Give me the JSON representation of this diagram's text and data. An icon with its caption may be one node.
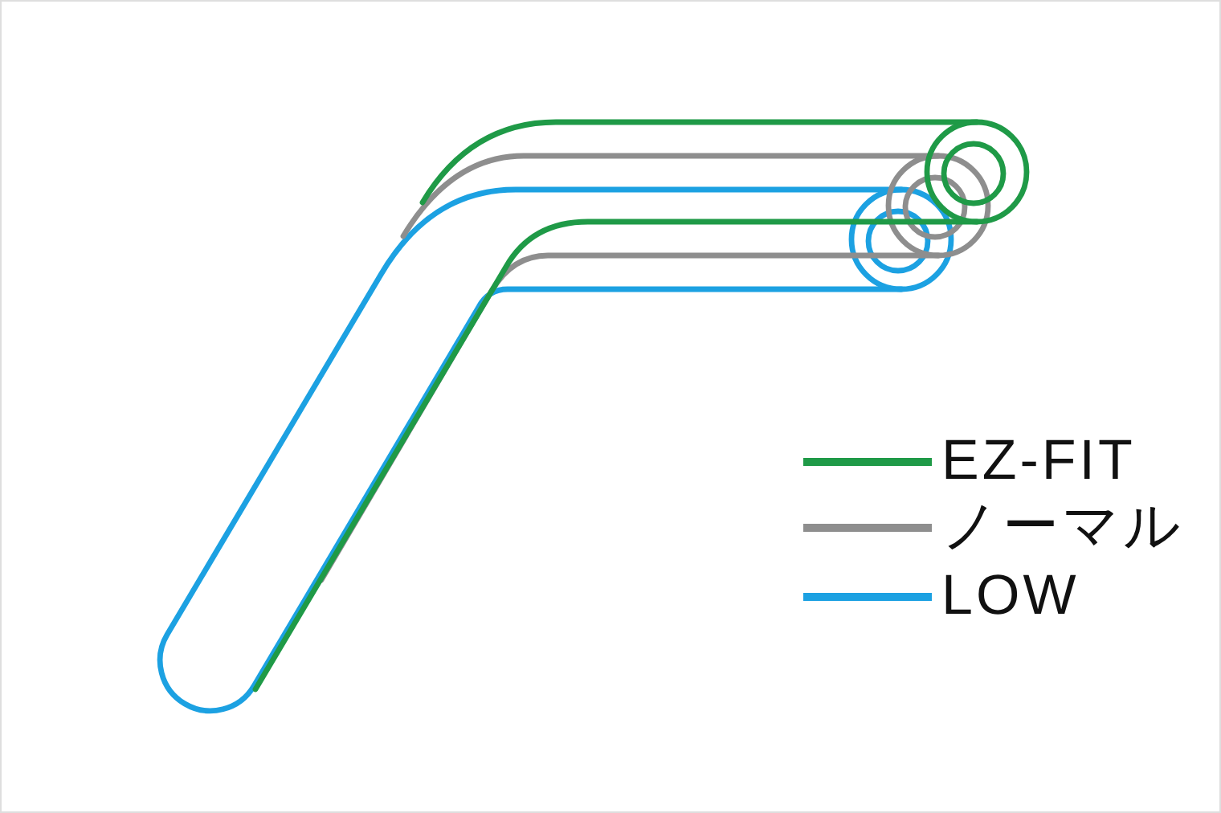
{
  "diagram": {
    "legend": [
      {
        "text": "EZ-FIT"
      },
      {
        "text": "ノーマル"
      },
      {
        "text": "LOW"
      }
    ]
  }
}
